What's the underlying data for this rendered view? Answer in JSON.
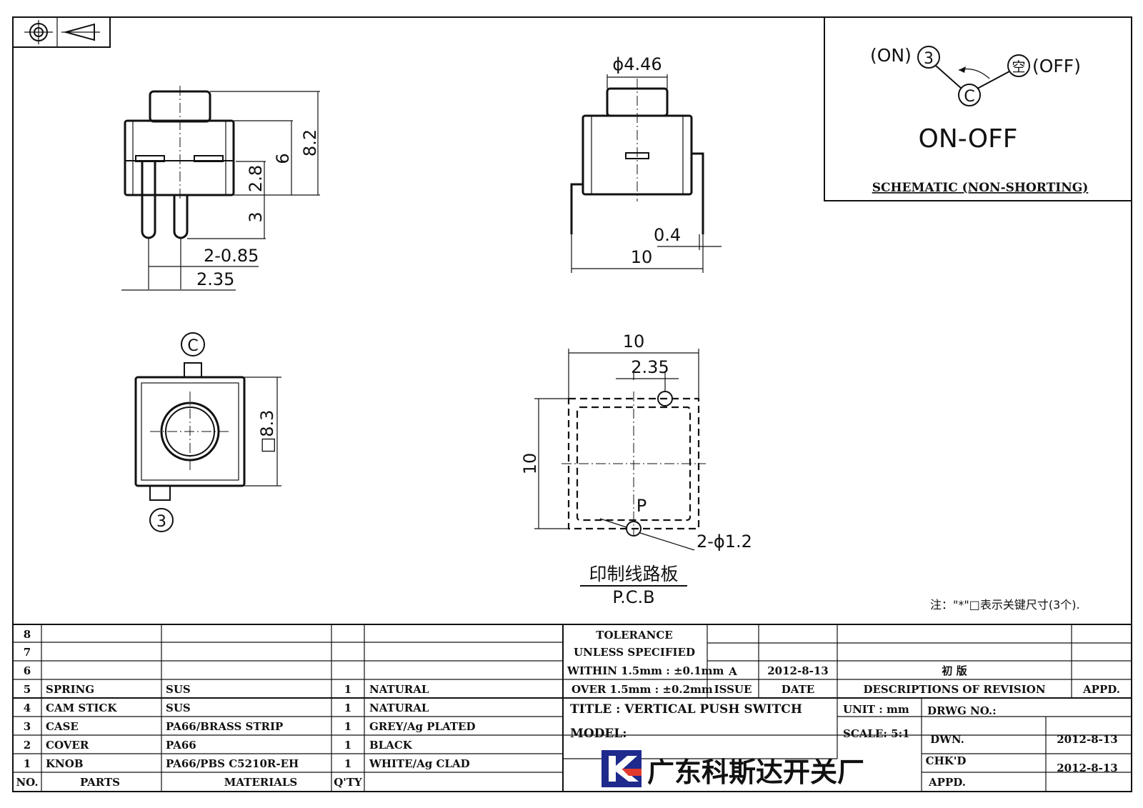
{
  "projection_symbol": "first-angle-projection-icon",
  "schematic": {
    "on_label": "(ON)",
    "off_label": "(OFF)",
    "pin_3": "3",
    "pin_c": "C",
    "pin_empty": "空",
    "mode": "ON-OFF",
    "caption": "SCHEMATIC (NON-SHORTING)"
  },
  "views": {
    "side_dims": {
      "total_h": "8.2",
      "body_h": "6",
      "pin_band": "2.8",
      "pin_len": "3",
      "pin_w": "2-0.85",
      "pin_pitch": "2.35"
    },
    "front_dims": {
      "knob_d": "ϕ4.46",
      "pin_t": "0.4",
      "width": "10"
    },
    "top": {
      "pin_c": "C",
      "pin_3": "3",
      "square": "□8.3"
    },
    "pcb": {
      "width": "10",
      "offset": "2.35",
      "height": "10",
      "p": "P",
      "holes": "2-ϕ1.2",
      "title_cn": "印制线路板",
      "title_en": "P.C.B"
    },
    "note": "注：\"*\"□表示关键尺寸(3个)."
  },
  "bom": {
    "headers": {
      "no": "NO.",
      "parts": "PARTS",
      "materials": "MATERIALS",
      "qty": "Q'TY"
    },
    "rows": [
      {
        "no": "8",
        "part": "",
        "material": "",
        "qty": "",
        "finish": ""
      },
      {
        "no": "7",
        "part": "",
        "material": "",
        "qty": "",
        "finish": ""
      },
      {
        "no": "6",
        "part": "",
        "material": "",
        "qty": "",
        "finish": ""
      },
      {
        "no": "5",
        "part": "SPRING",
        "material": "SUS",
        "qty": "1",
        "finish": "NATURAL"
      },
      {
        "no": "4",
        "part": "CAM STICK",
        "material": "SUS",
        "qty": "1",
        "finish": "NATURAL"
      },
      {
        "no": "3",
        "part": "CASE",
        "material": "PA66/BRASS STRIP",
        "qty": "1",
        "finish": "GREY/Ag PLATED"
      },
      {
        "no": "2",
        "part": "COVER",
        "material": "PA66",
        "qty": "1",
        "finish": "BLACK"
      },
      {
        "no": "1",
        "part": "KNOB",
        "material": "PA66/PBS C5210R-EH",
        "qty": "1",
        "finish": "WHITE/Ag CLAD"
      }
    ]
  },
  "tolerance": {
    "line1": "TOLERANCE",
    "line2": "UNLESS SPECIFIED",
    "line3": "WITHIN 1.5mm : ±0.1mm",
    "line4": "OVER 1.5mm : ±0.2mm"
  },
  "revision": {
    "issue": "A",
    "date": "2012-8-13",
    "desc": "初 版",
    "hdr_issue": "ISSUE",
    "hdr_date": "DATE",
    "hdr_desc": "DESCRIPTIONS OF REVISION",
    "hdr_appd": "APPD."
  },
  "title_block": {
    "title": "TITLE :  VERTICAL PUSH SWITCH",
    "unit": "UNIT :  mm",
    "drwg_no": "DRWG NO.:",
    "model": "MODEL:",
    "scale": "SCALE:  5:1",
    "dwn": "DWN.",
    "chkd": "CHK'D",
    "appd": "APPD.",
    "dwn_date": "2012-8-13",
    "chkd_date": "2012-8-13",
    "company": "广东科斯达开关厂",
    "logo": "company-logo-icon"
  }
}
